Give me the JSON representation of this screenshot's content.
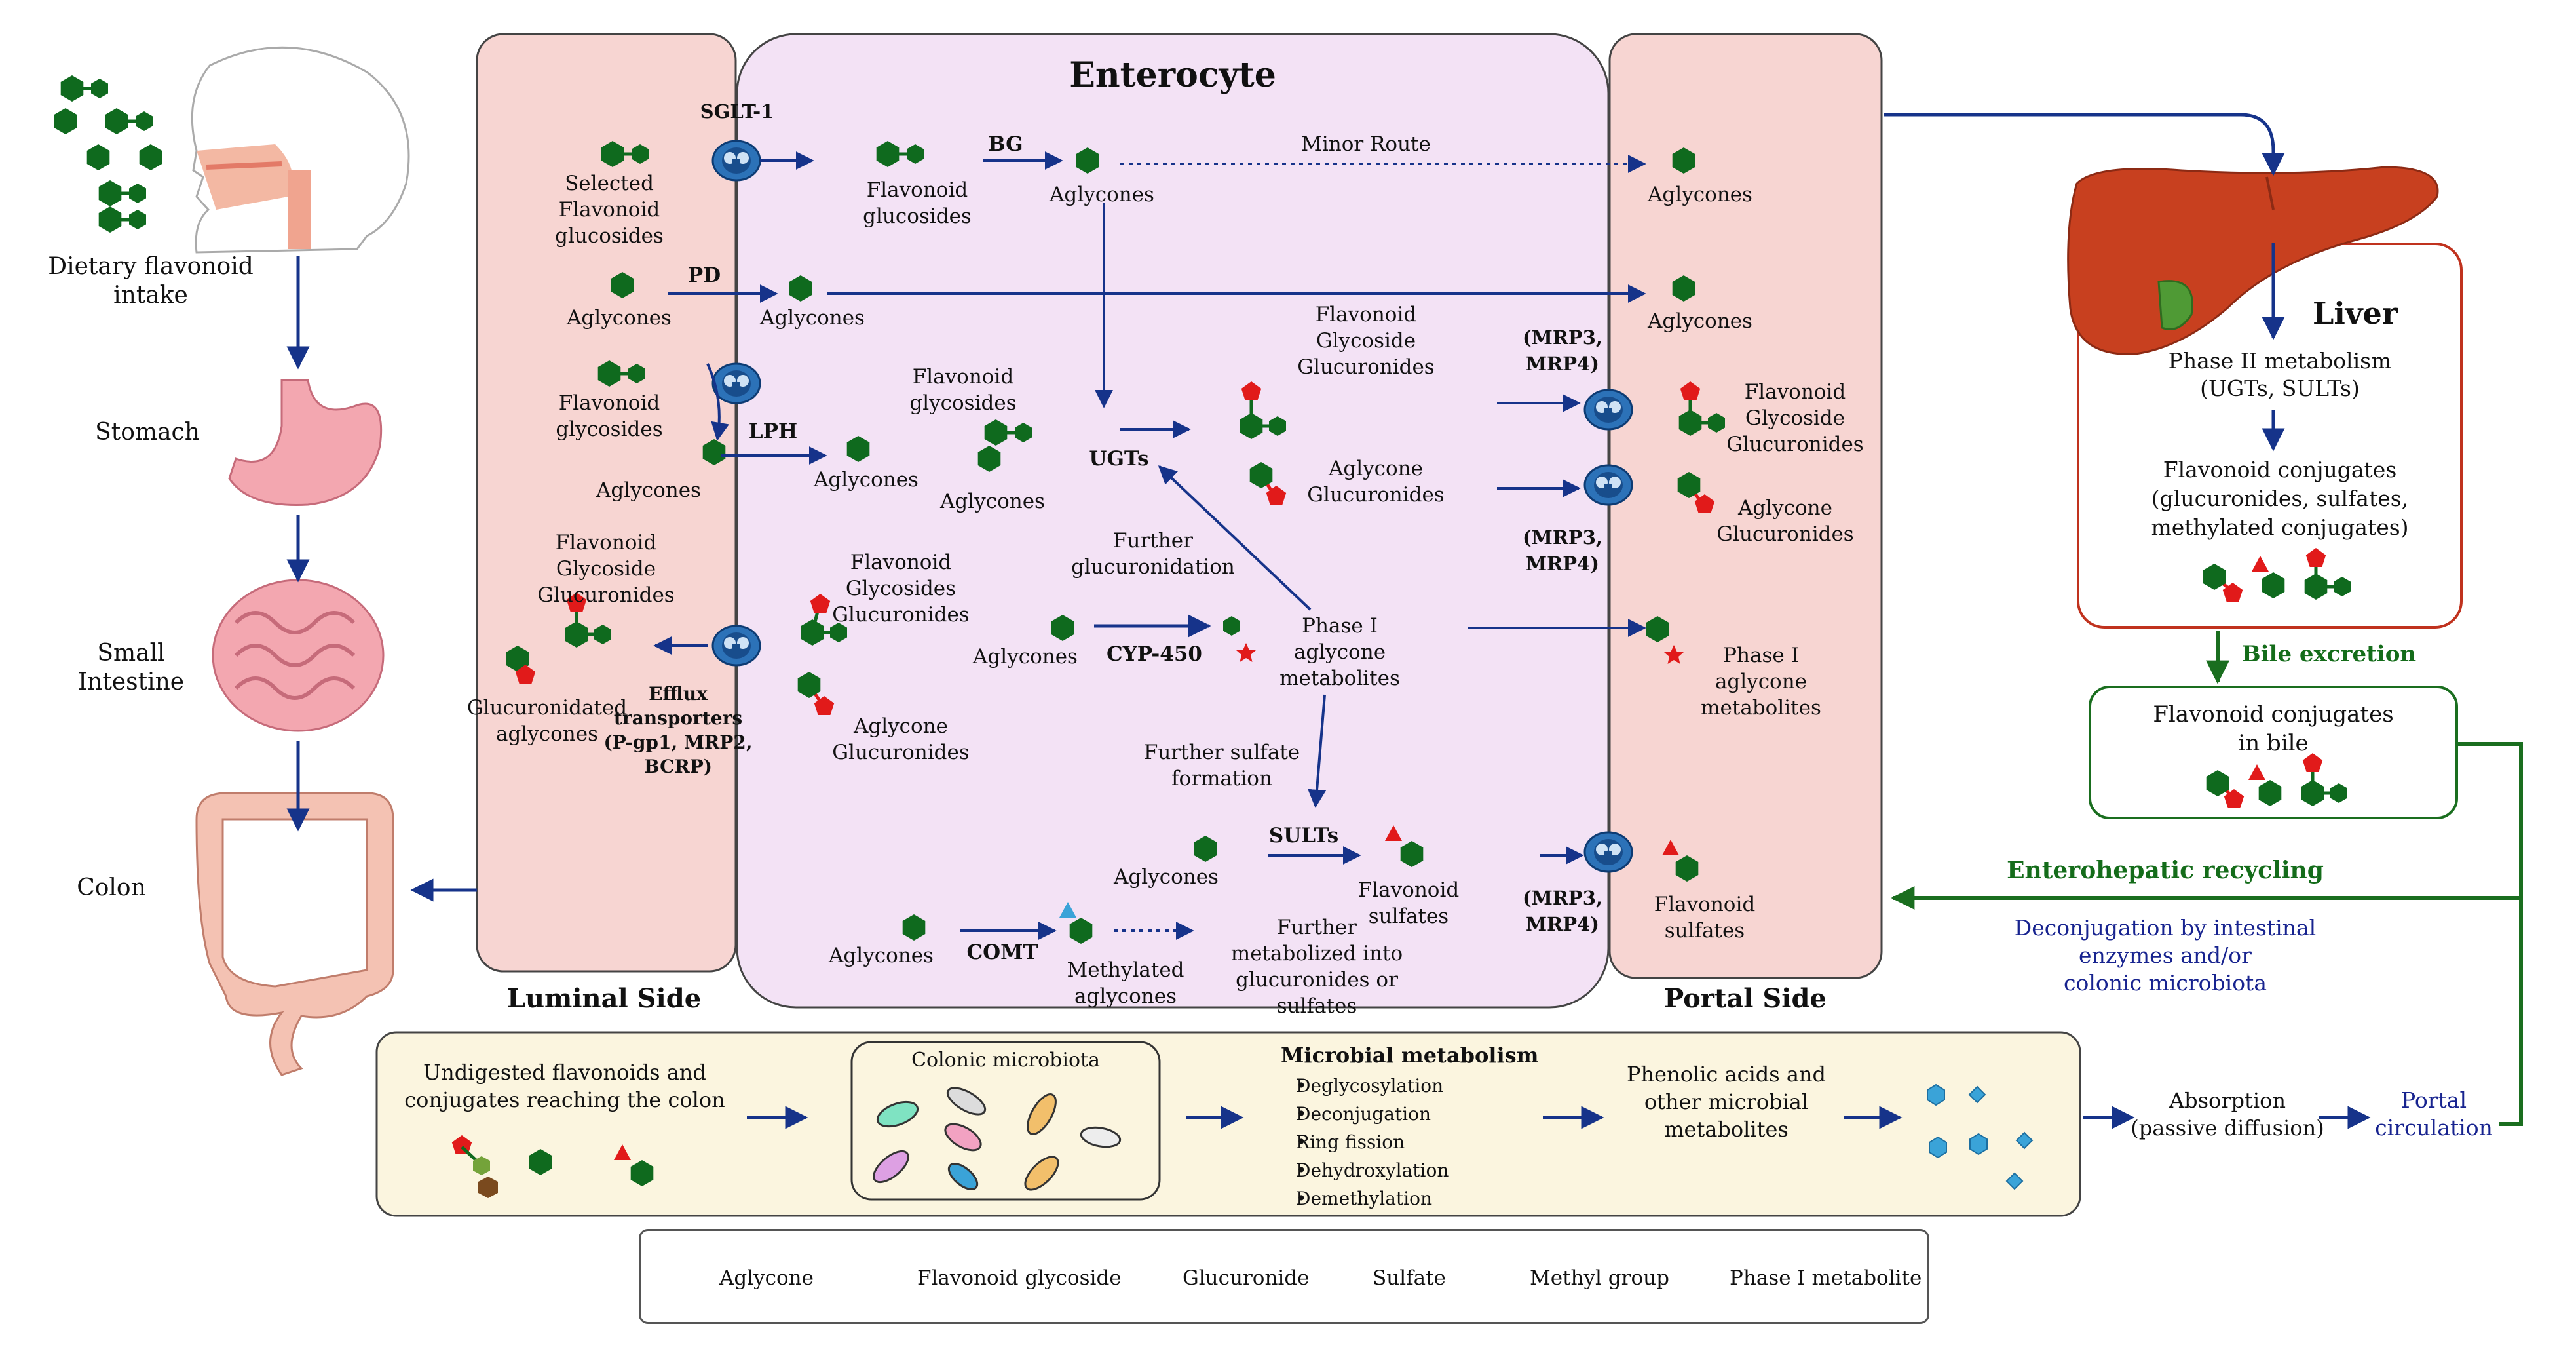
{
  "colors": {
    "side_panel": "#f7d5d2",
    "enterocyte": "#f3e2f5",
    "bottom_panel": "#fbf5df",
    "flavonoid_green": "#0f6a1e",
    "glucuronide_red": "#e11a1a",
    "arrow_blue": "#16338a",
    "arrow_green": "#1a6e1f",
    "transporter_blue": "#2c72b8",
    "liver_red": "#c8401f"
  },
  "icons": {
    "transporter": "transporter-icon",
    "aglycone": "hexagon-icon",
    "glucuronide": "pentagon-icon",
    "sulfate": "triangle-icon",
    "phase1": "star-icon"
  },
  "titles": {
    "enterocyte": "Enterocyte",
    "luminal_side": "Luminal Side",
    "portal_side": "Portal Side",
    "liver": "Liver"
  },
  "organs": {
    "dietary_intake": "Dietary flavonoid\nintake",
    "stomach": "Stomach",
    "small_intestine": "Small\nIntestine",
    "colon": "Colon"
  },
  "luminal": {
    "selected_glucosides": "Selected\nFlavonoid\nglucosides",
    "aglycones_pd": "Aglycones",
    "flavonoid_glycosides": "Flavonoid\nglycosides",
    "aglycones_lph": "Aglycones",
    "glycoside_glucuronides": "Flavonoid\nGlycoside\nGlucuronides",
    "glucuronidated_aglycones": "Glucuronidated\naglycones",
    "efflux": "Efflux\ntransporters\n(P-gp1, MRP2,\nBCRP)"
  },
  "enterocyte": {
    "sglt1": "SGLT-1",
    "flavonoid_glucosides": "Flavonoid\nglucosides",
    "bg": "BG",
    "aglycones_bg": "Aglycones",
    "minor_route": "Minor Route",
    "pd": "PD",
    "aglycones_pd": "Aglycones",
    "lph": "LPH",
    "aglycones_lph": "Aglycones",
    "flavonoid_glycosides": "Flavonoid\nglycosides",
    "aglycones_mid": "Aglycones",
    "ugts": "UGTs",
    "glycoside_glucuronides": "Flavonoid\nGlycoside\nGlucuronides",
    "aglycone_glucuronides": "Aglycone\nGlucuronides",
    "further_glucuronidation": "Further\nglucuronidation",
    "glycosides_glucuronides_efflux": "Flavonoid\nGlycosides\nGlucuronides",
    "aglycone_glucuronides_efflux": "Aglycone\nGlucuronides",
    "aglycones_cyp": "Aglycones",
    "cyp450": "CYP-450",
    "phase1_metabolites": "Phase I\naglycone\nmetabolites",
    "further_sulfate": "Further sulfate\nformation",
    "aglycones_sult": "Aglycones",
    "sults": "SULTs",
    "flavonoid_sulfates": "Flavonoid\nsulfates",
    "aglycones_comt": "Aglycones",
    "comt": "COMT",
    "methylated_aglycones": "Methylated\naglycones",
    "further_metabolized": "Further\nmetabolized into\nglucuronides or\nsulfates"
  },
  "portal": {
    "aglycones_1": "Aglycones",
    "aglycones_2": "Aglycones",
    "mrp_1": "(MRP3,\nMRP4)",
    "glycoside_glucuronides": "Flavonoid\nGlycoside\nGlucuronides",
    "aglycone_glucuronides": "Aglycone\nGlucuronides",
    "mrp_2": "(MRP3,\nMRP4)",
    "phase1_metabolites": "Phase I\naglycone\nmetabolites",
    "mrp_3": "(MRP3,\nMRP4)",
    "flavonoid_sulfates": "Flavonoid\nsulfates"
  },
  "liver": {
    "phase2": "Phase II metabolism\n(UGTs, SULTs)",
    "conjugates": "Flavonoid conjugates\n(glucuronides, sulfates,\nmethylated conjugates)",
    "bile_excretion": "Bile excretion",
    "bile_conjugates": "Flavonoid conjugates\nin bile",
    "enterohepatic": "Enterohepatic recycling",
    "deconjugation": "Deconjugation by intestinal\nenzymes and/or\ncolonic microbiota"
  },
  "colon_panel": {
    "undigested": "Undigested flavonoids and\nconjugates reaching the colon",
    "microbiota": "Colonic microbiota",
    "microbial_metabolism": "Microbial metabolism",
    "steps": [
      "Deglycosylation",
      "Deconjugation",
      "Ring fission",
      "Dehydroxylation",
      "Demethylation"
    ],
    "phenolic": "Phenolic acids and\nother microbial\nmetabolites",
    "absorption": "Absorption\n(passive diffusion)",
    "portal_circulation": "Portal\ncirculation"
  },
  "legend": {
    "aglycone": "Aglycone",
    "glycoside": "Flavonoid glycoside",
    "glucuronide": "Glucuronide",
    "sulfate": "Sulfate",
    "methyl": "Methyl group",
    "phase1": "Phase I metabolite"
  }
}
